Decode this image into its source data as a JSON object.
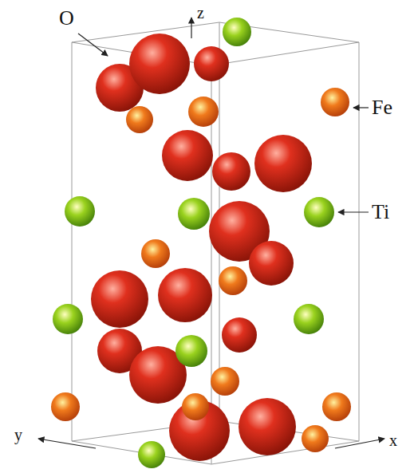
{
  "diagram": {
    "labels": [
      "O",
      "Fe",
      "Ti",
      "z",
      "y",
      "x"
    ]
  }
}
